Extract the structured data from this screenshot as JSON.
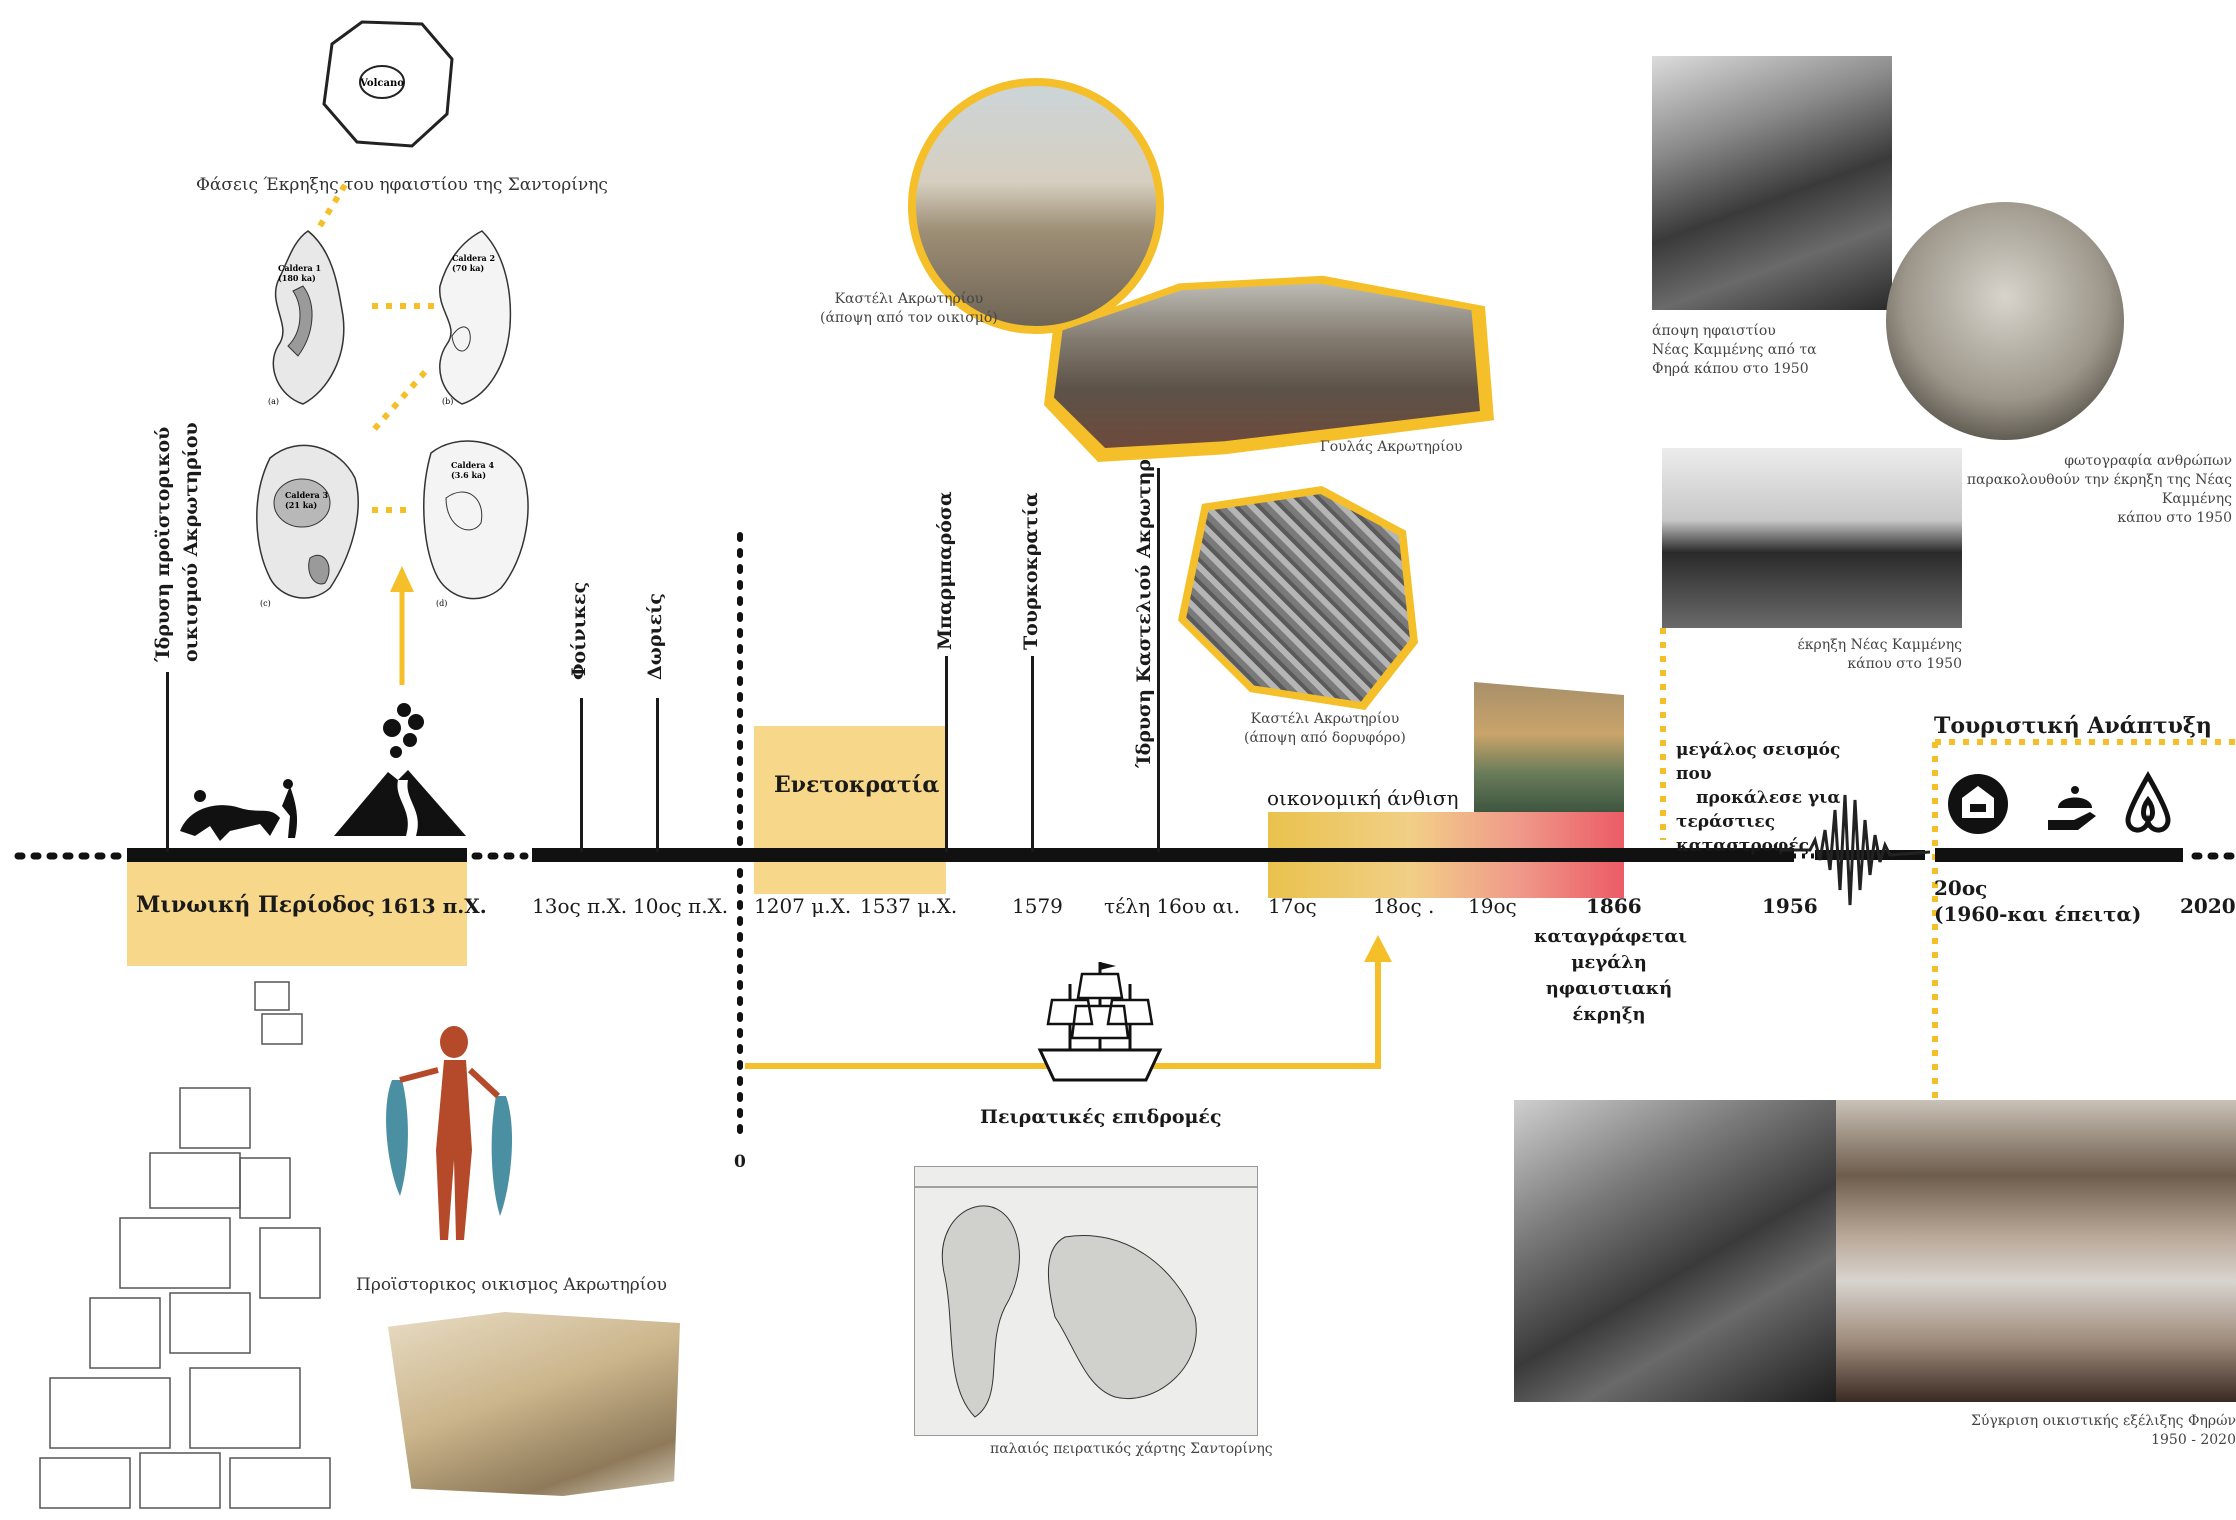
{
  "phases_title": "Φάσεις Έκρηξης του ηφαιστίου της Σαντορίνης",
  "volcano_label": "Volcano",
  "caldera_maps": [
    {
      "name": "Caldera 1",
      "age": "(180 ka)",
      "tag": "(a)"
    },
    {
      "name": "Caldera 2",
      "age": "(70 ka)",
      "tag": "(b)"
    },
    {
      "name": "Caldera 3",
      "age": "(21 ka)",
      "tag": "(c)"
    },
    {
      "name": "Caldera 4",
      "age": "(3.6 ka)",
      "tag": "(d)"
    }
  ],
  "vertical_labels": {
    "prehistoric_settlement": [
      "Ίδρυση προϊστορικού",
      "οικισμού Ακρωτηρίου"
    ],
    "phoenicians": "Φοίνικες",
    "dorians": "Δωριείς",
    "byzantine": "Μπαρμπαρόσα",
    "ottoman": "Τουρκοκρατία",
    "castle_founding": "Ίδρυση Καστελιού Ακρωτηρίου"
  },
  "periods": {
    "minoan": "Μινωική Περίοδος",
    "venetian": "Ενετοκρατία",
    "economic": "οικονομική άνθιση",
    "tourism": "Τουριστική Ανάπτυξη"
  },
  "dates": {
    "d1613": "1613 π.Χ.",
    "d13": "13ος π.Χ.",
    "d10": "10ος π.Χ.",
    "d1207": "1207 μ.Χ.",
    "d1537": "1537 μ.Χ.",
    "d1579": "1579",
    "d16": "τέλη 16ου αι.",
    "d17": "17ος",
    "d18": "18ος .",
    "d19": "19ος",
    "d1866": "1866",
    "d1956": "1956",
    "d20": "20ος",
    "d20b": "(1960-και έπειτα)",
    "d2020": "2020",
    "zero": "0"
  },
  "events": {
    "eruption_1866": [
      "καταγράφεται",
      "μεγάλη",
      "ηφαιστιακή",
      "έκρηξη"
    ],
    "quake_1956": [
      "μεγάλος σεισμός που",
      "προκάλεσε για",
      "τεράστιες",
      "καταστροφές"
    ],
    "pirates": "Πειρατικές επιδρομές"
  },
  "captions": {
    "kasteli_settlement": [
      "Καστέλι Ακρωτηρίου",
      "(άποψη από τον οικισμό)"
    ],
    "goulas": "Γουλάς Ακρωτηρίου",
    "kasteli_sat": [
      "Καστέλι Ακρωτηρίου",
      "(άποψη από δορυφόρο)"
    ],
    "volcano_view": [
      "άποψη ηφαιστίου",
      "Νέας Καμμένης από τα",
      "Φηρά κάπου στο 1950"
    ],
    "people_photo": [
      "φωτογραφία ανθρώπων",
      "να παρακολουθούν την έκρηξη της Νέας",
      "Καμμένης",
      "κάπου στο 1950"
    ],
    "eruption_photo": [
      "έκρηξη Νέας Καμμένης",
      "κάπου στο 1950"
    ],
    "prehistoric": "Προϊστορικος οικισμος Ακρωτηρίου",
    "pirate_map": "παλαιός πειρατικός χάρτης Σαντορίνης",
    "fira_compare": [
      "Σύγκριση οικιστικής εξέλιξης Φηρών",
      "1950 - 2020"
    ]
  },
  "colors": {
    "accent": "#f5bf2a",
    "pale": "#f7d88a",
    "gradient_start": "#e9c24d",
    "gradient_end": "#ec5b66",
    "line": "#111111"
  }
}
